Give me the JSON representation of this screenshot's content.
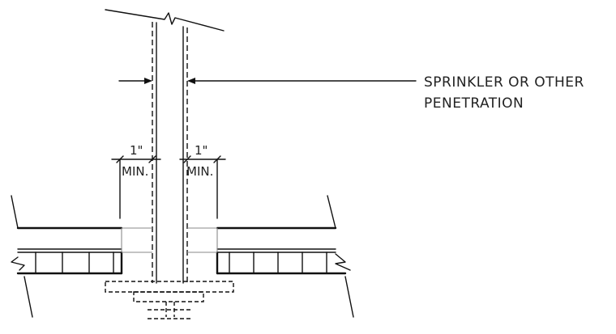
{
  "callout": {
    "line1": "SPRINKLER OR OTHER",
    "line2": "PENETRATION"
  },
  "dimensions": {
    "left_value": "1\"",
    "left_unit": "MIN.",
    "right_value": "1\"",
    "right_unit": "MIN."
  }
}
